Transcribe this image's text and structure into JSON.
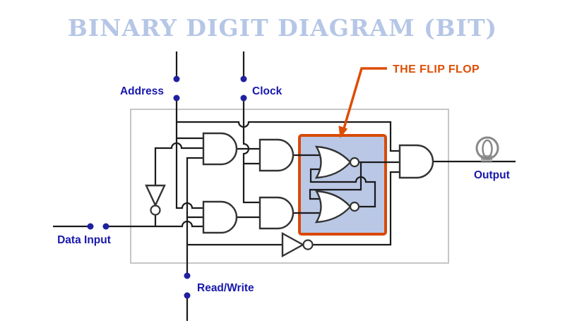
{
  "title": "BINARY DIGIT DIAGRAM (BIT)",
  "annotation": {
    "label": "THE FLIP FLOP"
  },
  "pins": {
    "address": "Address",
    "clock": "Clock",
    "data_input": "Data Input",
    "read_write": "Read/Write",
    "output": "Output"
  },
  "components": [
    {
      "id": "and-gate-1",
      "type": "AND",
      "inputs": 3
    },
    {
      "id": "and-gate-2",
      "type": "AND",
      "inputs": 3
    },
    {
      "id": "and-gate-3",
      "type": "AND",
      "inputs": 2
    },
    {
      "id": "and-gate-4",
      "type": "AND",
      "inputs": 2
    },
    {
      "id": "output-and-gate",
      "type": "AND",
      "inputs": 3
    },
    {
      "id": "data-inverter",
      "type": "NOT"
    },
    {
      "id": "read-write-inverter",
      "type": "NOT"
    },
    {
      "id": "flipflop-nor-top",
      "type": "NOR"
    },
    {
      "id": "flipflop-nor-bottom",
      "type": "NOR"
    },
    {
      "id": "output-indicator",
      "type": "lamp"
    }
  ],
  "colors": {
    "title": "#b5c6e6",
    "pin_label": "#1818ac",
    "annotation": "#de4d04",
    "flipflop_fill": "#bac8e6",
    "flipflop_border": "#d84a08",
    "wire": "#1a1a1a",
    "gate": "#333333",
    "dot": "#2020a0",
    "frame": "#c6c6c6",
    "indicator": "#888888"
  }
}
